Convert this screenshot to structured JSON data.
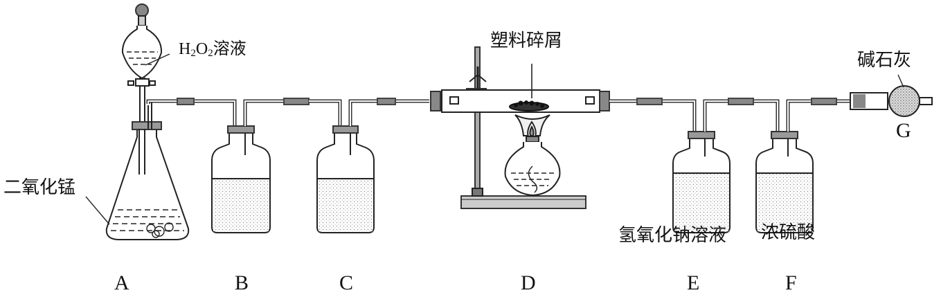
{
  "labels": {
    "h2o2_formula": {
      "h": "H",
      "sub1": "2",
      "o": "O",
      "sub2": "2",
      "word": "溶液"
    },
    "manganese_dioxide": "二氧化锰",
    "plastic_scraps": "塑料碎屑",
    "soda_lime": "碱石灰",
    "sodium_hydroxide": "氢氧化钠溶液",
    "conc_sulfuric_acid": "浓硫酸"
  },
  "apparatus_letters": [
    "A",
    "B",
    "C",
    "D",
    "E",
    "F",
    "G"
  ]
}
